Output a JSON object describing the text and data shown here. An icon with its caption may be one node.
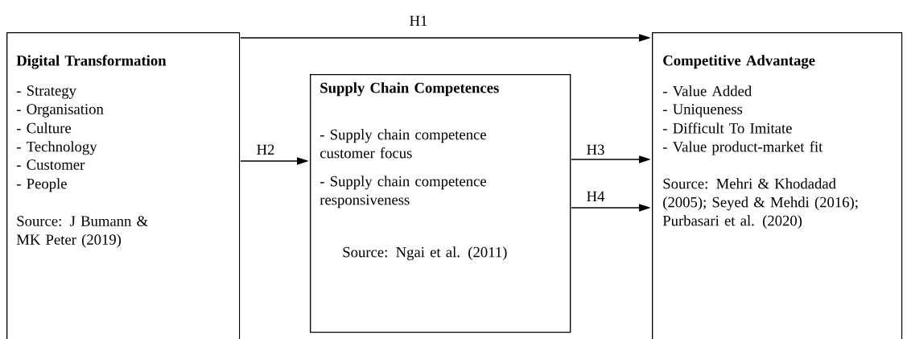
{
  "diagram": {
    "nodes": [
      {
        "text": [
          "Digital Transformation",
          "- Strategy",
          "- Organisation",
          "- Culture",
          "- Technology",
          "- Customer",
          "- People",
          "Source: J Bumann & MK Peter (2019)"
        ]
      },
      {
        "text": [
          "Supply Chain Competences",
          "- Supply chain competence customer focus",
          "- Supply chain competence responsiveness",
          "Source: Ngai et al. (2011)"
        ]
      },
      {
        "text": [
          "Competitive Advantage",
          "- Value Added",
          "- Uniqueness",
          "- Difficult To Imitate",
          "- Value product-market fit",
          "Source: Mehri  & Khodadad (2005); Seyed & Mehdi (2016); Purbasari et al. (2020)"
        ]
      }
    ],
    "edges": [
      {
        "from": 0,
        "to": 2,
        "arrow": "to",
        "label": "H1"
      },
      {
        "from": 0,
        "to": 1,
        "arrow": "to",
        "label": "H2"
      },
      {
        "from": 1,
        "to": 2,
        "arrow": "to",
        "label": "H3"
      },
      {
        "from": 1,
        "to": 2,
        "arrow": "to",
        "label": "H4"
      }
    ]
  }
}
